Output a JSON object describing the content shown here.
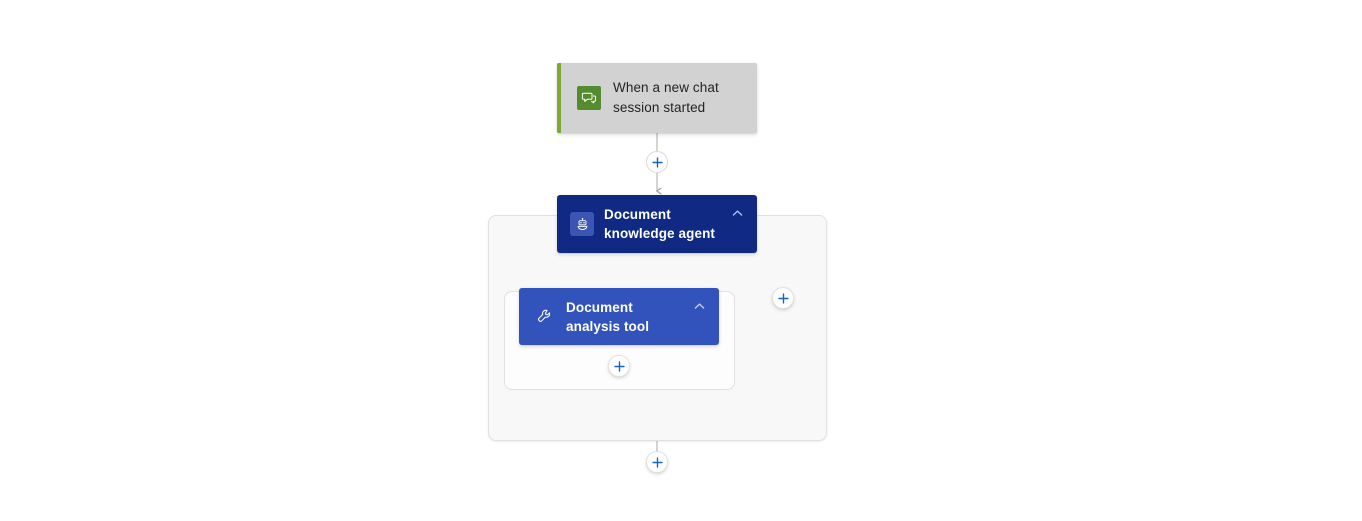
{
  "canvas": {
    "background": "#ffffff",
    "accent_blue": "#1565c0",
    "agent_navy": "#102a83",
    "tool_blue": "#3353bc",
    "trigger_gray": "#d2d2d2",
    "trigger_accent_green": "#7fa733",
    "container_fill": "#f8f8f8",
    "container_border": "#e1e1e1",
    "connector_gray": "#9e9e9e"
  },
  "flow": {
    "trigger": {
      "label": "When a new chat session started",
      "icon": "chat-bubbles-icon",
      "icon_tile_color": "#558b2f",
      "accent_color": "#7fa733"
    },
    "agent": {
      "title": "Document knowledge agent",
      "icon": "robot-icon",
      "icon_tile_color": "#3a55b4",
      "collapse_icon": "chevron-up-icon",
      "background": "#102a83"
    },
    "tool": {
      "title": "Document analysis tool",
      "icon": "wrench-icon",
      "collapse_icon": "chevron-up-icon",
      "background": "#3353bc"
    },
    "add_buttons": [
      {
        "name": "add-step-after-trigger",
        "icon": "plus-icon"
      },
      {
        "name": "add-tool-step",
        "icon": "plus-icon"
      },
      {
        "name": "add-agent-branch",
        "icon": "plus-icon"
      },
      {
        "name": "add-step-after-agent",
        "icon": "plus-icon"
      }
    ]
  }
}
